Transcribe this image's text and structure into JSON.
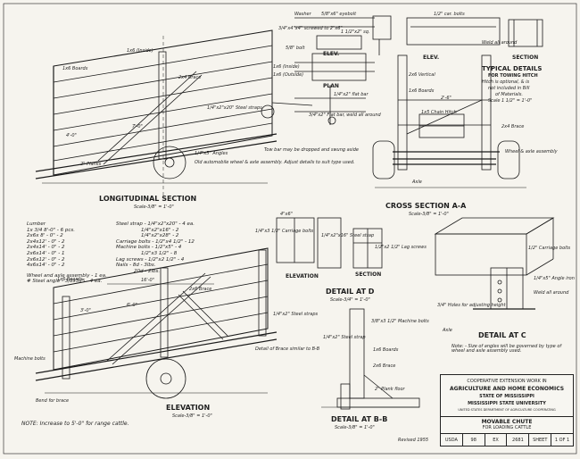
{
  "views": {
    "longitudinal": {
      "title": "LONGITUDINAL SECTION",
      "scale": "Scale-3/8\" = 1'-0\""
    },
    "cross": {
      "title": "CROSS SECTION A-A",
      "scale": "Scale-3/8\" = 1'-0\""
    },
    "elevation": {
      "title": "ELEVATION",
      "scale": "Scale-3/8\" = 1'-0\""
    },
    "detail_d": {
      "title": "DETAIL AT D",
      "scale": "Scale-3/4\" = 1'-0\""
    },
    "detail_b": {
      "title": "DETAIL AT B-B",
      "scale": "Scale-3/8\" = 1'-0\""
    },
    "detail_c": {
      "title": "DETAIL AT C"
    },
    "typical": {
      "title": "TYPICAL DETAILS",
      "sub1": "FOR TOWING HITCH",
      "sub2": "Hitch is optional, & is",
      "sub3": "not included in Bill",
      "sub4": "of Materials.",
      "scale": "Scale 1 1/2\" = 1'-0\""
    },
    "plan": {
      "title": "PLAN"
    },
    "elev_small": {
      "title": "ELEV."
    },
    "elevation_small": {
      "title": "ELEVATION"
    },
    "section_small": {
      "title": "SECTION"
    }
  },
  "labels": {
    "washer": "Washer",
    "eyebolt": "5/8\"x6\" eyebolt",
    "car_bolts_top": "1/2\" car. bolts",
    "screwed": "3/4\"x4\"x4\" screwed to 2\"x6\"",
    "sq": "1 1/2\"x2\" sq.",
    "flat_bar_top": "1/4\"x2\" flat bar",
    "bolt_5_8": "5/8\" bolt",
    "weld": "Weld all around",
    "boards_1x6": "1x6 Boards",
    "board_1x6_inside": "1x6 (Inside)",
    "brace_2x4": "2x4 Brace",
    "x6_inside": "1x6 (Inside)",
    "x6_outside": "1x6 (Outside)",
    "flat_bar_weld": "3/4\"x2\" Flat bar, weld all around",
    "steel_straps": "1/4\"x2\"x20\" Steel straps",
    "tow_bar": "Tow bar may be dropped and swung aside",
    "angles": "1/4\"x5\" Angles",
    "planks": "2\" Planks",
    "old_auto": "Old automobile wheel & axle assembly. Adjust details to suit type used.",
    "vertical_2x6": "2x6 Vertical",
    "boards_1x6_c": "1x6 Boards",
    "chain_hitch": "1x5 Chain Hitch",
    "brace_2x4_c": "2x4 Brace",
    "axle": "Axle",
    "wheel_axle": "Wheel & axle assembly",
    "carriage_bolts_d": "1/4\"x3 1/2\" Carriage bolts",
    "steel_strap_d": "1/4\"x2\"x16\" Steel strap",
    "lag_screws": "1/2\"x2 1/2\" Lag screws",
    "x6_d": "4\"x6\"",
    "boards_1x6_e": "1x6 Boards",
    "brace_2x6_e": "2x6 Brace",
    "machine_bolts": "Machine bolts",
    "steel_straps_e": "1/4\"x2\" Steel straps",
    "bend_for_brace": "Bend for brace",
    "detail_of_brace": "Detail of Brace similar to B-B",
    "steel_strap_b": "1/4\"x2\" Steel strap",
    "machine_bolts_b": "3/8\"x3 1/2\" Machine bolts",
    "boards_b": "1x6 Boards",
    "brace_b": "2x6 Brace",
    "plank_floor": "2\" Plank floor",
    "carriage_bolts_c": "1/2\" Carriage bolts",
    "angle_iron": "1/4\"x5\" Angle iron",
    "weld_all": "Weld all around",
    "holes_height": "3/4\" Holes for adjusting height",
    "axle_c": "Axle",
    "note_size": "Note: - Size of angles will be governed by type of wheel and axle assembly used.",
    "note_range": "NOTE: Increase to 5'-0\" for range cattle.",
    "revised": "Revised 1955",
    "dim_4_0": "4'-0\"",
    "dim_7_0": "7'-0\"",
    "dim_2_6": "2'-6\"",
    "dim_3_0": "3'-0\"",
    "dim_16_0": "16'-0\"",
    "dim_6_0": "6'-0\""
  },
  "bill": {
    "left": [
      "Lumber",
      "1x 3/4 8'-0\" - 6 pcs.",
      "2x6x 8' - 0\" - 2",
      "2x4x12' - 0\" - 2",
      "2x4x14' - 0\" - 2",
      "2x6x14' - 0\" - 1",
      "2x6x12' - 0\" - 2",
      "4x6x14' - 0\" - 2",
      "Wheel and axle assembly - 1 ea.",
      "# Steel angle - 3/8x5x5 - 4 ea."
    ],
    "right": [
      "Steel strap - 1/4\"x2\"x20\" - 4 ea.",
      "1/4\"x2\"x16\" - 2",
      "1/4\"x2\"x28\" - 2",
      "Carriage bolts - 1/2\"x4 1/2\" - 12",
      "Machine bolts - 1/2\"x5\" - 4",
      "1/2\"x3 1/2\" - 8",
      "Lag screws - 1/2\"x2 1/2\" - 4",
      "Nails - 8d - 3lbs.",
      "20d - 2lbs."
    ]
  },
  "title_block": {
    "line1": "COOPERATIVE EXTENSION WORK IN",
    "line2": "AGRICULTURE AND HOME ECONOMICS",
    "line3": "STATE OF MISSISSIPPI",
    "line4": "MISSISSIPPI STATE UNIVERSITY",
    "line5": "UNITED STATES DEPARTMENT OF AGRICULTURE COOPERATING",
    "drawing_title": "MOVABLE CHUTE",
    "drawing_sub": "FOR LOADING CATTLE",
    "footer": [
      "USDA",
      "98",
      "EX",
      "2681",
      "SHEET",
      "1 OF 1"
    ]
  }
}
